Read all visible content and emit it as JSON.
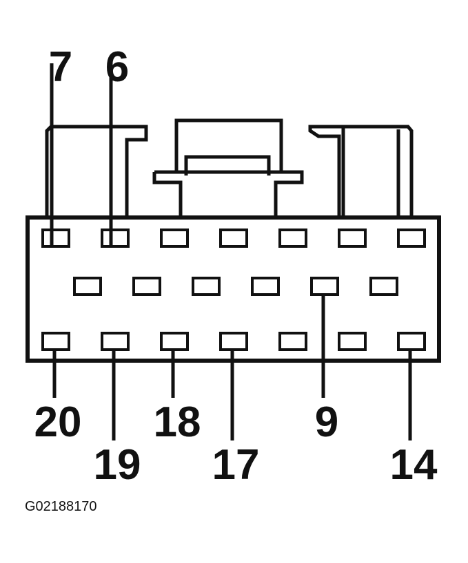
{
  "figure_code": "G02188170",
  "colors": {
    "ink": "#111111",
    "paper": "#ffffff"
  },
  "connector": {
    "rows": [
      {
        "row": "top",
        "cavity_count": 7
      },
      {
        "row": "middle",
        "cavity_count": 6
      },
      {
        "row": "bottom",
        "cavity_count": 7
      }
    ],
    "pin_callouts": [
      {
        "label": "7",
        "row": "top",
        "cavity_index": 0
      },
      {
        "label": "6",
        "row": "top",
        "cavity_index": 1
      },
      {
        "label": "20",
        "row": "bottom",
        "cavity_index": 0
      },
      {
        "label": "19",
        "row": "bottom",
        "cavity_index": 1
      },
      {
        "label": "18",
        "row": "bottom",
        "cavity_index": 2
      },
      {
        "label": "17",
        "row": "bottom",
        "cavity_index": 3
      },
      {
        "label": "9",
        "row": "middle",
        "cavity_index": 4
      },
      {
        "label": "14",
        "row": "bottom",
        "cavity_index": 6
      }
    ]
  }
}
